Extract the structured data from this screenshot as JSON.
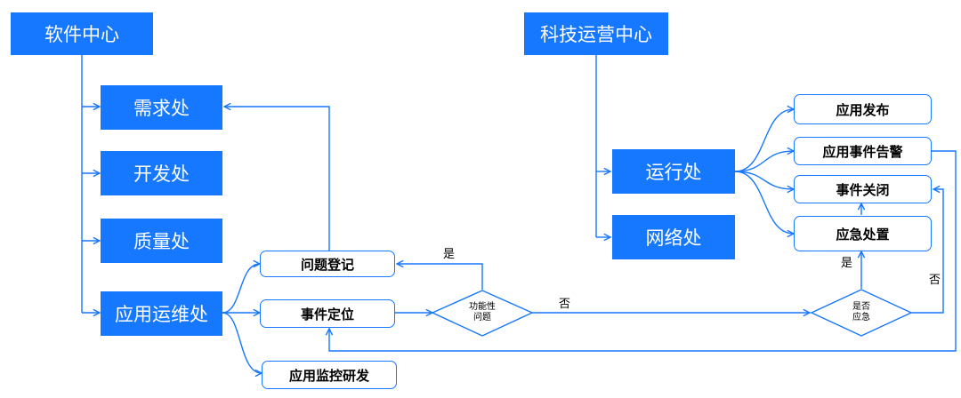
{
  "colors": {
    "accent": "#1677ff",
    "text_on_accent": "#ffffff",
    "text": "#000000",
    "background": "#ffffff"
  },
  "diagram": {
    "left_org": {
      "title": "软件中心",
      "departments": [
        "需求处",
        "开发处",
        "质量处",
        "应用运维处"
      ]
    },
    "right_org": {
      "title": "科技运营中心",
      "departments": [
        "运行处",
        "网络处"
      ]
    },
    "ops_tasks": [
      "问题登记",
      "事件定位",
      "应用监控研发"
    ],
    "run_tasks": [
      "应用发布",
      "应用事件告警",
      "事件关闭",
      "应急处置"
    ],
    "decisions": {
      "functional_issue": {
        "line1": "功能性",
        "line2": "问题"
      },
      "emergency": {
        "line1": "是否",
        "line2": "应急"
      }
    },
    "edge_labels": {
      "yes": "是",
      "no": "否"
    }
  }
}
